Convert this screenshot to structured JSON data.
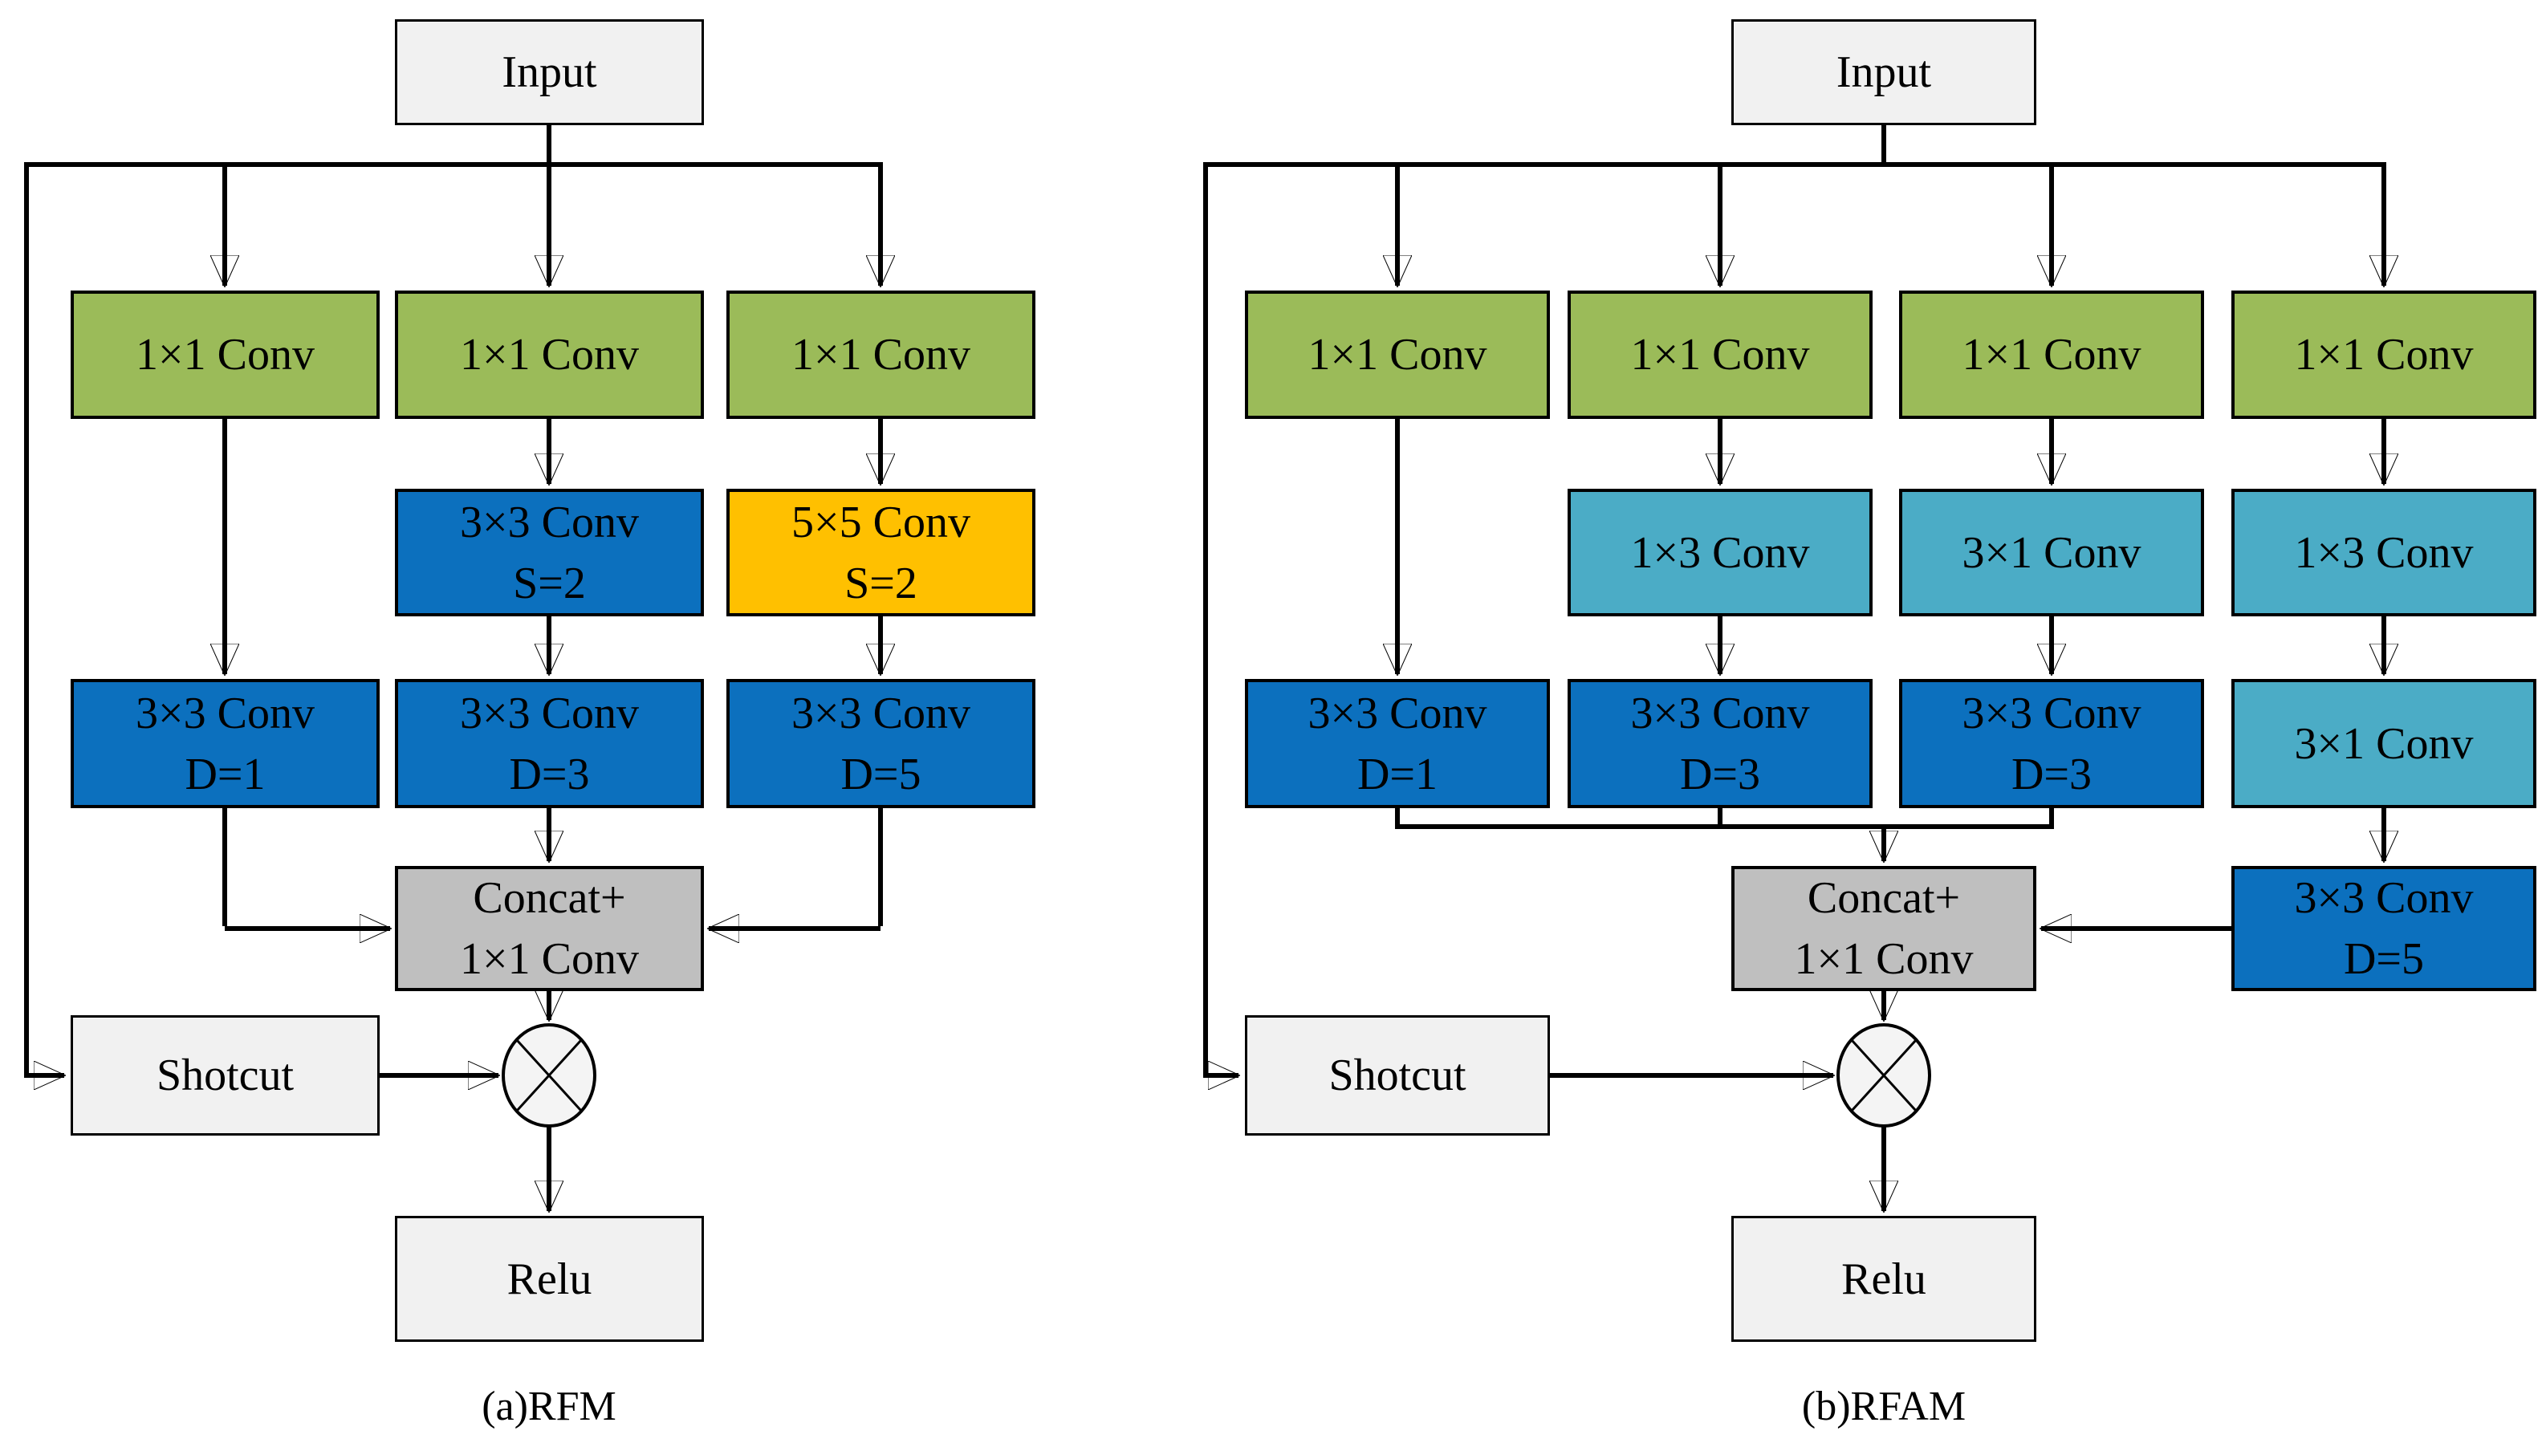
{
  "colors": {
    "green": "#9BBB59",
    "blue": "#0C70BE",
    "teal": "#4BACC6",
    "orange": "#FFC000",
    "gray": "#BFBFBF",
    "light": "#F1F1F1",
    "line": "#000000"
  },
  "icons": {
    "multiply": "circle-with-x (⊗)"
  },
  "diagrams": {
    "a": {
      "caption": "(a)RFM",
      "nodes": {
        "input": {
          "lines": [
            "Input"
          ],
          "fill": "light"
        },
        "conv1x1_c1": {
          "lines": [
            "1×1 Conv"
          ],
          "fill": "green"
        },
        "conv1x1_c2": {
          "lines": [
            "1×1 Conv"
          ],
          "fill": "green"
        },
        "conv1x1_c3": {
          "lines": [
            "1×1 Conv"
          ],
          "fill": "green"
        },
        "conv3x3_s2": {
          "lines": [
            "3×3 Conv",
            "S=2"
          ],
          "fill": "blue"
        },
        "conv5x5_s2": {
          "lines": [
            "5×5 Conv",
            "S=2"
          ],
          "fill": "orange"
        },
        "conv3x3_d1": {
          "lines": [
            "3×3 Conv",
            "D=1"
          ],
          "fill": "blue"
        },
        "conv3x3_d3": {
          "lines": [
            "3×3 Conv",
            "D=3"
          ],
          "fill": "blue"
        },
        "conv3x3_d5": {
          "lines": [
            "3×3 Conv",
            "D=5"
          ],
          "fill": "blue"
        },
        "concat": {
          "lines": [
            "Concat+",
            "1×1 Conv"
          ],
          "fill": "gray"
        },
        "shotcut": {
          "lines": [
            "Shotcut"
          ],
          "fill": "light"
        },
        "relu": {
          "lines": [
            "Relu"
          ],
          "fill": "light"
        }
      }
    },
    "b": {
      "caption": "(b)RFAM",
      "nodes": {
        "input": {
          "lines": [
            "Input"
          ],
          "fill": "light"
        },
        "conv1x1_c1": {
          "lines": [
            "1×1 Conv"
          ],
          "fill": "green"
        },
        "conv1x1_c2": {
          "lines": [
            "1×1 Conv"
          ],
          "fill": "green"
        },
        "conv1x1_c3": {
          "lines": [
            "1×1 Conv"
          ],
          "fill": "green"
        },
        "conv1x1_c4": {
          "lines": [
            "1×1 Conv"
          ],
          "fill": "green"
        },
        "conv1x3_c2": {
          "lines": [
            "1×3 Conv"
          ],
          "fill": "teal"
        },
        "conv3x1_c3": {
          "lines": [
            "3×1 Conv"
          ],
          "fill": "teal"
        },
        "conv1x3_c4": {
          "lines": [
            "1×3 Conv"
          ],
          "fill": "teal"
        },
        "conv3x3_d1": {
          "lines": [
            "3×3 Conv",
            "D=1"
          ],
          "fill": "blue"
        },
        "conv3x3_d3_c2": {
          "lines": [
            "3×3 Conv",
            "D=3"
          ],
          "fill": "blue"
        },
        "conv3x3_d3_c3": {
          "lines": [
            "3×3 Conv",
            "D=3"
          ],
          "fill": "blue"
        },
        "conv3x1_c4": {
          "lines": [
            "3×1 Conv"
          ],
          "fill": "teal"
        },
        "conv3x3_d5": {
          "lines": [
            "3×3 Conv",
            "D=5"
          ],
          "fill": "blue"
        },
        "concat": {
          "lines": [
            "Concat+",
            "1×1 Conv"
          ],
          "fill": "gray"
        },
        "shotcut": {
          "lines": [
            "Shotcut"
          ],
          "fill": "light"
        },
        "relu": {
          "lines": [
            "Relu"
          ],
          "fill": "light"
        }
      }
    }
  }
}
